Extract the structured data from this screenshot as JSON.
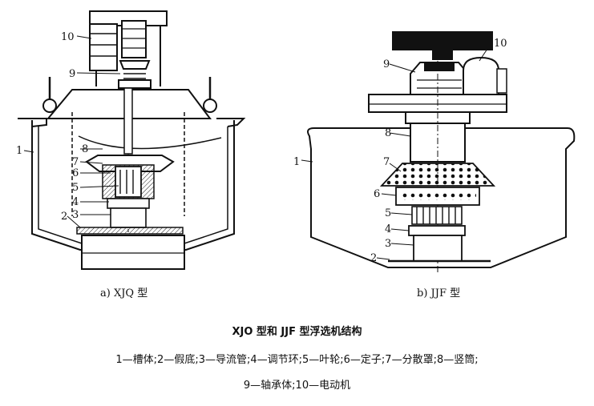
{
  "figure": {
    "caption_title": "XJO 型和 JJF 型浮选机结构",
    "legend_line1": "1—槽体;2—假底;3—导流管;4—调节环;5—叶轮;6—定子;7—分散罩;8—竖筒;",
    "legend_line2": "9—轴承体;10—电动机"
  },
  "left_diagram": {
    "caption": "a) XJQ 型",
    "labels": [
      "1",
      "2",
      "3",
      "4",
      "5",
      "6",
      "7",
      "8",
      "9",
      "10"
    ]
  },
  "right_diagram": {
    "caption": "b) JJF 型",
    "labels": [
      "1",
      "2",
      "3",
      "4",
      "5",
      "6",
      "7",
      "8",
      "9",
      "10"
    ]
  }
}
